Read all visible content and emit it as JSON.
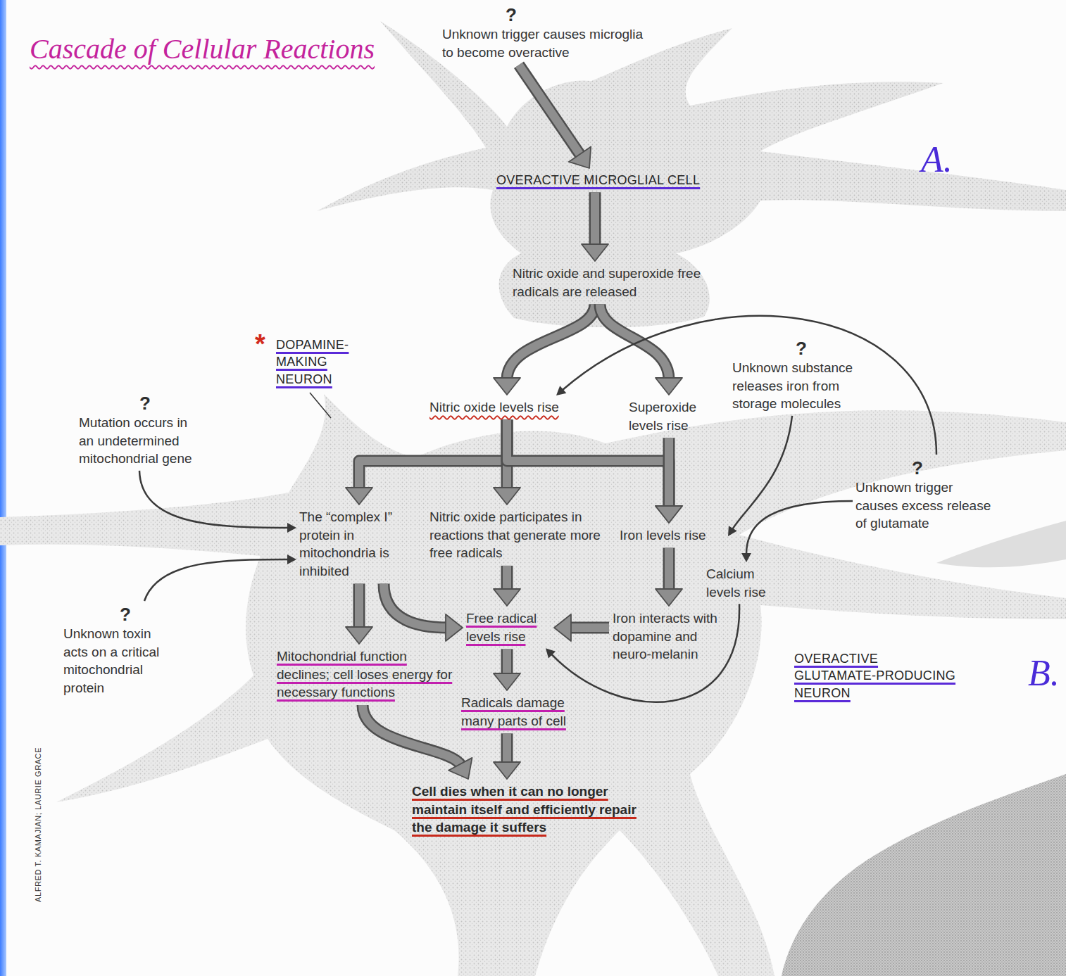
{
  "diagram": {
    "title": "Cascade of Cellular Reactions",
    "nodes": [
      {
        "text": [
          "?",
          "Unknown trigger causes microglia to become overactive"
        ]
      },
      {
        "text": [
          "OVERACTIVE MICROGLIAL CELL"
        ]
      },
      {
        "text": [
          "Nitric oxide and superoxide free radicals are released"
        ]
      },
      {
        "text": [
          "?",
          "Unknown substance releases iron from storage molecules"
        ]
      },
      {
        "text": [
          "?",
          "Mutation occurs in an undetermined mitochondrial gene"
        ]
      },
      {
        "text": [
          "Nitric oxide levels rise"
        ]
      },
      {
        "text": [
          "Superoxide levels rise"
        ]
      },
      {
        "text": [
          "?",
          "Unknown trigger causes excess release of glutamate"
        ]
      },
      {
        "text": [
          "The “complex I” protein in mitochondria is inhibited"
        ]
      },
      {
        "text": [
          "Nitric oxide participates in reactions that generate more free radicals"
        ]
      },
      {
        "text": [
          "Iron levels rise"
        ]
      },
      {
        "text": [
          "Calcium levels rise"
        ]
      },
      {
        "text": [
          "?",
          "Unknown toxin acts on a critical mitochondrial protein"
        ]
      },
      {
        "text": [
          "Free radical levels rise"
        ]
      },
      {
        "text": [
          "Iron interacts with dopamine and neuro-melanin"
        ]
      },
      {
        "text": [
          "Mitochondrial function declines; cell loses energy for necessary functions"
        ]
      },
      {
        "text": [
          "Radicals damage many parts of cell"
        ]
      },
      {
        "text": [
          "Cell dies when it can no longer maintain itself and efficiently repair the damage it suffers"
        ]
      }
    ],
    "edges": [
      {
        "from": 0,
        "to": 1,
        "arrow": "to"
      },
      {
        "from": 1,
        "to": 2,
        "arrow": "to"
      },
      {
        "from": 2,
        "to": 5,
        "arrow": "to"
      },
      {
        "from": 2,
        "to": 6,
        "arrow": "to"
      },
      {
        "from": 7,
        "to": 5,
        "arrow": "to"
      },
      {
        "from": 5,
        "to": 8,
        "arrow": "to"
      },
      {
        "from": 5,
        "to": 9,
        "arrow": "to"
      },
      {
        "from": 5,
        "to": 10,
        "arrow": "to"
      },
      {
        "from": 6,
        "to": 10,
        "arrow": "to"
      },
      {
        "from": 3,
        "to": 10,
        "arrow": "to"
      },
      {
        "from": 4,
        "to": 8,
        "arrow": "to"
      },
      {
        "from": 12,
        "to": 8,
        "arrow": "to"
      },
      {
        "from": 7,
        "to": 11,
        "arrow": "to"
      },
      {
        "from": 8,
        "to": 15,
        "arrow": "to"
      },
      {
        "from": 8,
        "to": 13,
        "arrow": "to"
      },
      {
        "from": 9,
        "to": 13,
        "arrow": "to"
      },
      {
        "from": 10,
        "to": 14,
        "arrow": "to"
      },
      {
        "from": 14,
        "to": 13,
        "arrow": "to"
      },
      {
        "from": 11,
        "to": 13,
        "arrow": "to"
      },
      {
        "from": 13,
        "to": 16,
        "arrow": "to"
      },
      {
        "from": 16,
        "to": 17,
        "arrow": "to"
      },
      {
        "from": 15,
        "to": 17,
        "arrow": "to"
      }
    ],
    "labels": [
      "A.",
      "*",
      "DOPAMINE-MAKING NEURON",
      "OVERACTIVE GLUTAMATE-PRODUCING NEURON",
      "B.",
      "ALFRED T. KAMAJIAN; LAURIE GRACE"
    ]
  }
}
